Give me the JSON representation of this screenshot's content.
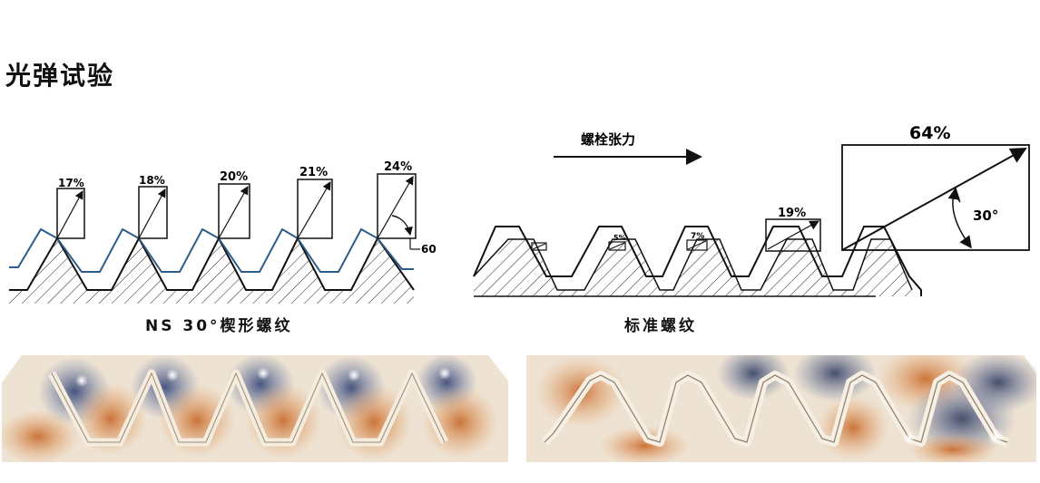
{
  "title": "光弹试验",
  "left_diagram": {
    "caption": "NS 30°楔形螺纹",
    "percents": [
      "17%",
      "18%",
      "20%",
      "21%",
      "24%"
    ],
    "angle_label": "60°"
  },
  "right_diagram": {
    "caption": "标准螺纹",
    "arrow_label": "螺栓张力",
    "percents": [
      "5%",
      "7%",
      "19%"
    ],
    "big_percent": "64%",
    "angle_label": "30°"
  },
  "colors": {
    "thread_line": "#111111",
    "blue_profile": "#2e5c8a",
    "photo_bg": "#efe3d3",
    "fringe_orange": "#d2691e",
    "fringe_blue": "#2b3f73"
  }
}
